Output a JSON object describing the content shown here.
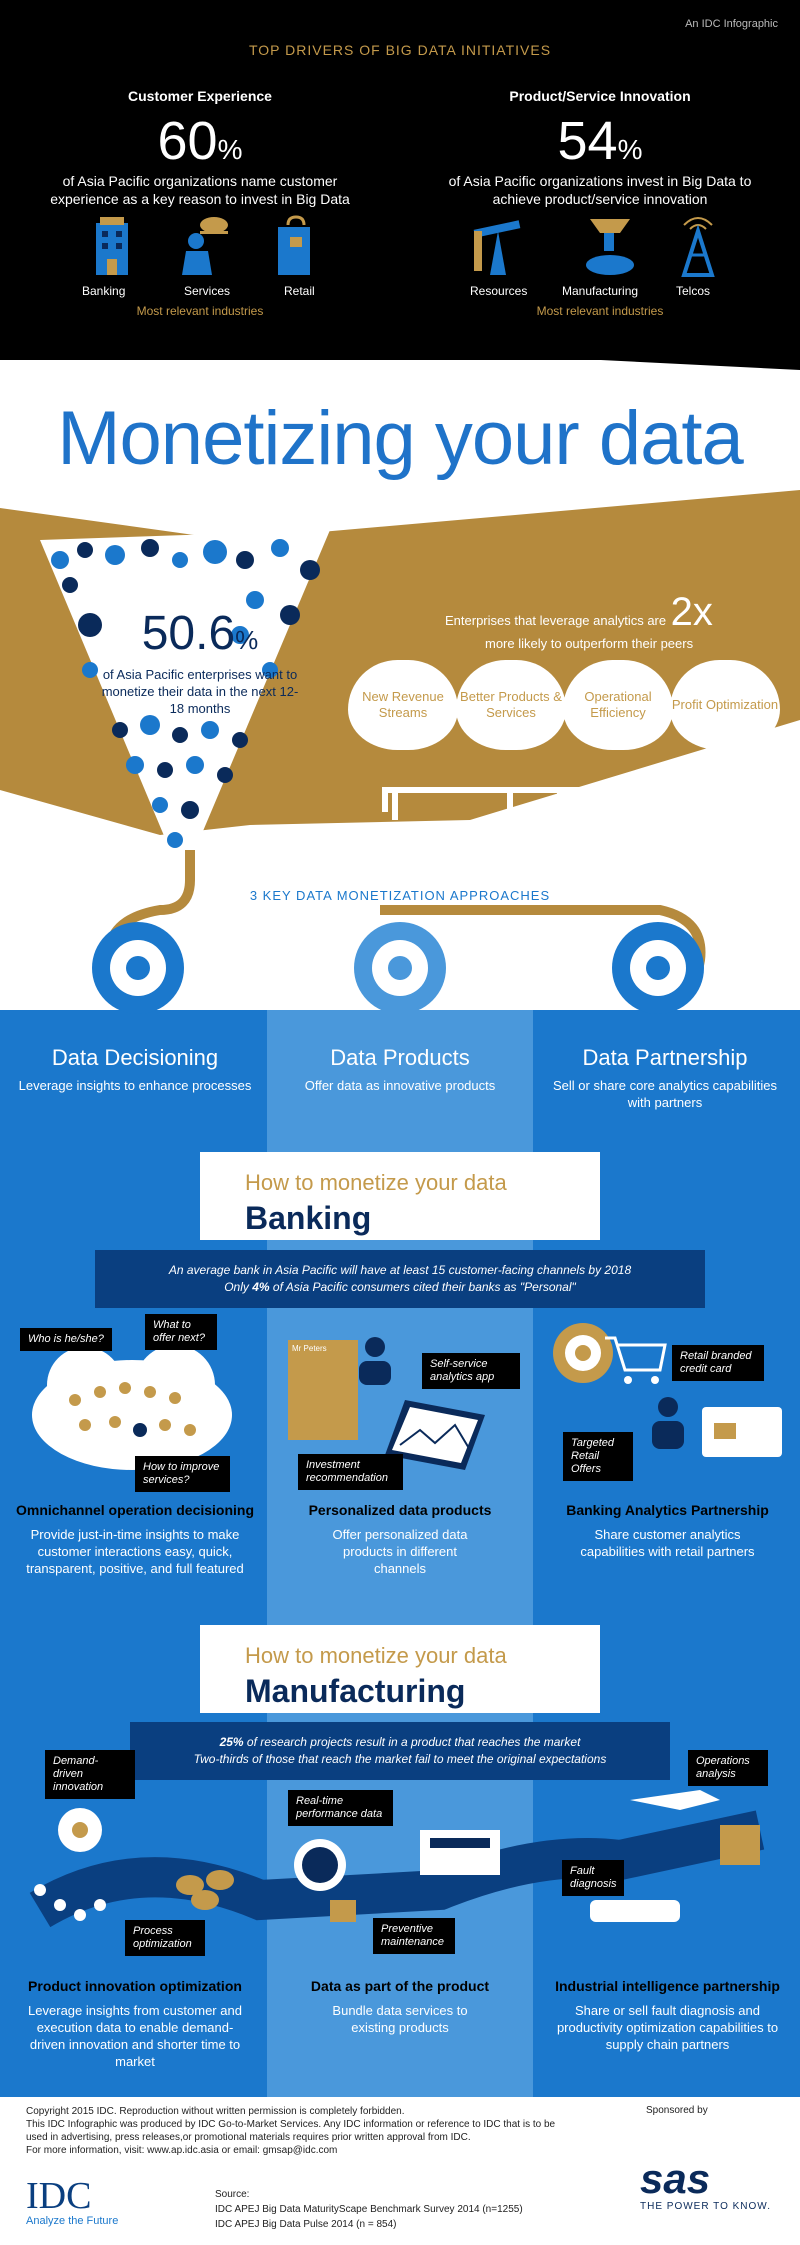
{
  "header": {
    "brand_note": "An IDC Infographic",
    "title": "TOP DRIVERS OF BIG DATA INITIATIVES"
  },
  "drivers": [
    {
      "heading": "Customer Experience",
      "percent": "60",
      "pct_sign": "%",
      "text": "of Asia Pacific organizations name customer experience as a key reason to invest in Big Data",
      "icons": [
        "Banking",
        "Services",
        "Retail"
      ],
      "icon_names": [
        "bank-building-icon",
        "waiter-service-icon",
        "shopping-bag-icon"
      ],
      "footnote": "Most relevant industries"
    },
    {
      "heading": "Product/Service Innovation",
      "percent": "54",
      "pct_sign": "%",
      "text": "of Asia Pacific organizations invest in Big Data to achieve product/service innovation",
      "icons": [
        "Resources",
        "Manufacturing",
        "Telcos"
      ],
      "icon_names": [
        "oil-pump-icon",
        "robot-arm-icon",
        "telecom-tower-icon"
      ],
      "footnote": "Most relevant industries"
    }
  ],
  "headline": "Monetizing your data",
  "funnel": {
    "percent": "50.6",
    "pct_sign": "%",
    "text": "of Asia Pacific enterprises want to monetize their data in the next 12-18 months"
  },
  "outperform": {
    "text": "Enterprises that leverage analytics are",
    "multiplier": "2x",
    "text2": "more likely to outperform their peers"
  },
  "benefits": [
    "New Revenue Streams",
    "Better Products & Services",
    "Operational Efficiency",
    "Profit Optimization"
  ],
  "approaches_title": "3 KEY DATA MONETIZATION APPROACHES",
  "approaches": [
    {
      "title": "Data Decisioning",
      "text": "Leverage insights to enhance processes"
    },
    {
      "title": "Data Products",
      "text": "Offer data as innovative products"
    },
    {
      "title": "Data Partnership",
      "text": "Sell or share core analytics capabilities with partners"
    }
  ],
  "banking": {
    "kicker": "How to monetize your data",
    "title": "Banking",
    "stat1": "An average bank in Asia Pacific will have at least 15 customer-facing channels by 2018",
    "stat2_pre": "Only ",
    "stat2_pct": "4%",
    "stat2_post": " of Asia Pacific consumers cited their banks as \"Personal\"",
    "bubbles": [
      "Who is he/she?",
      "What to offer next?",
      "How to improve services?",
      "Mr Peters",
      "Self-service analytics app",
      "Investment recommendation",
      "Retail branded credit card",
      "Targeted Retail Offers"
    ],
    "items": [
      {
        "title": "Omnichannel operation decisioning",
        "text": "Provide just-in-time insights to make customer interactions easy, quick, transparent, positive, and full featured"
      },
      {
        "title": "Personalized data products",
        "text": "Offer personalized data products in different channels"
      },
      {
        "title": "Banking Analytics Partnership",
        "text": "Share customer analytics capabilities with retail partners"
      }
    ]
  },
  "manufacturing": {
    "kicker": "How to monetize your data",
    "title": "Manufacturing",
    "stat1_pct": "25%",
    "stat1_post": " of research projects result in a product that reaches the market",
    "stat2": "Two-thirds of those that reach the market fail to meet the original expectations",
    "bubbles": [
      "Demand-driven innovation",
      "Real-time performance data",
      "Operations analysis",
      "Fault diagnosis",
      "Process optimization",
      "Preventive maintenance"
    ],
    "items": [
      {
        "title": "Product innovation optimization",
        "text": "Leverage insights from customer and execution data to enable demand-driven innovation and shorter time to market"
      },
      {
        "title": "Data as part of the product",
        "text": "Bundle data services to existing products"
      },
      {
        "title": "Industrial intelligence partnership",
        "text": "Share or sell fault diagnosis and productivity optimization capabilities to supply chain partners"
      }
    ]
  },
  "footer": {
    "copyright": "Copyright 2015 IDC. Reproduction without written permission is completely forbidden.",
    "line2": "This IDC Infographic was produced by IDC Go-to-Market Services. Any IDC information or reference to IDC that is to be used in advertising, press releases,or promotional materials requires prior written approval from IDC.",
    "line3": "For more information, visit: www.ap.idc.asia or email: gmsap@idc.com",
    "sponsored": "Sponsored by",
    "idc_logo": "IDC",
    "idc_tagline": "Analyze the Future",
    "source_label": "Source:",
    "source1": "IDC APEJ Big Data MaturityScape Benchmark Survey 2014 (n=1255)",
    "source2": "IDC APEJ Big Data Pulse 2014 (n = 854)",
    "sas_logo": "sas",
    "sas_tagline": "THE POWER TO KNOW."
  },
  "colors": {
    "gold": "#c49a4b",
    "blue": "#1b78cc",
    "navy": "#0a2a5a",
    "black": "#000000"
  }
}
